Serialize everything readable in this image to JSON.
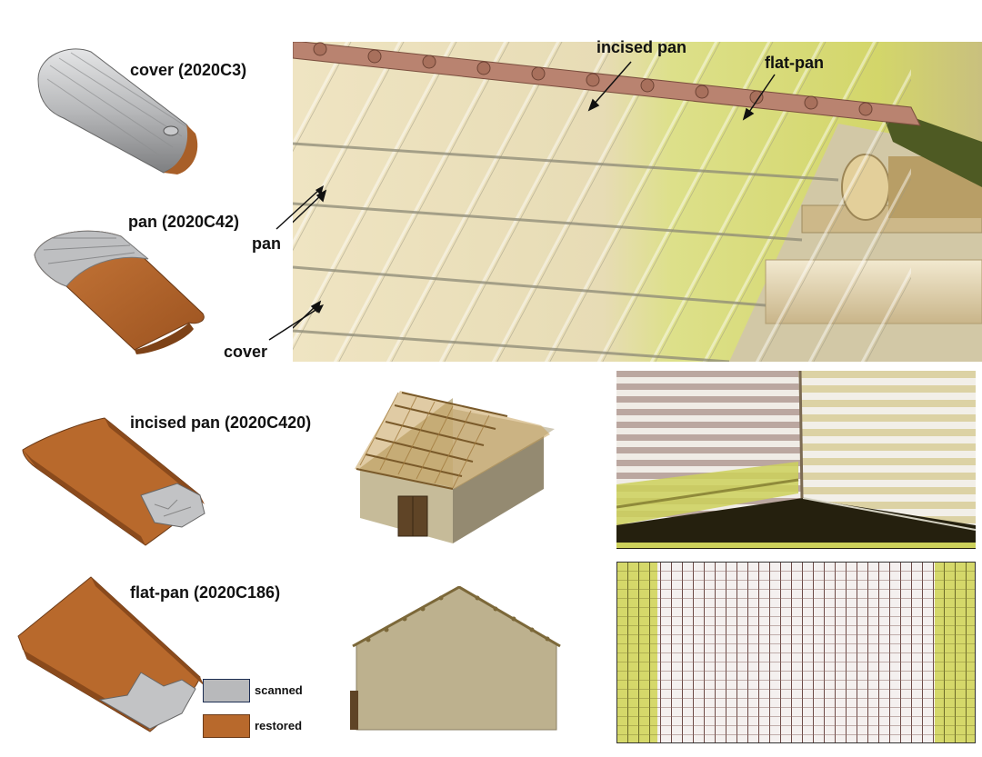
{
  "tiles": {
    "cover": {
      "label": "cover (2020C3)"
    },
    "pan": {
      "label": "pan (2020C42)"
    },
    "incised_pan": {
      "label": "incised pan (2020C420)"
    },
    "flat_pan": {
      "label": "flat-pan (2020C186)"
    }
  },
  "roof_callouts": {
    "incised_pan": "incised pan",
    "flat_pan": "flat-pan",
    "pan": "pan",
    "cover": "cover"
  },
  "legend": {
    "scanned": {
      "label": "scanned",
      "color": "#b8b9bb"
    },
    "restored": {
      "label": "restored",
      "color": "#b8692c"
    }
  },
  "colors": {
    "terracotta": "#b8692c",
    "scan_gray": "#b8b9bb",
    "roof_tan": "#e6d8ae",
    "roof_yellow": "#d5d65f",
    "wall": "#bdb18e",
    "wall_shade": "#8f8468"
  }
}
